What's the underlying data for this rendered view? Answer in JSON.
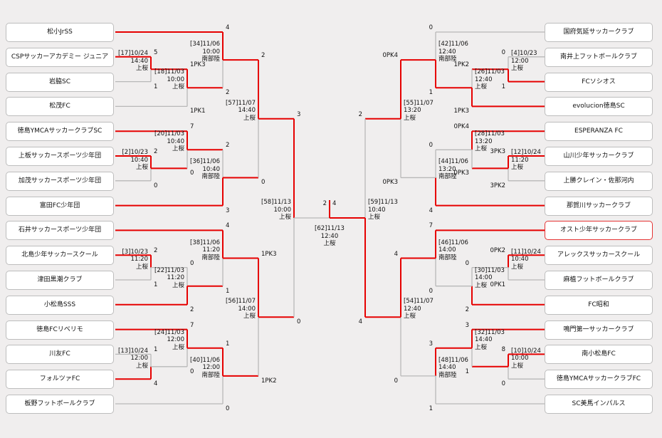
{
  "colors": {
    "win": "#e60000",
    "lose": "#b8b8b8",
    "background": "#f0eeee"
  },
  "left_teams": [
    "松小JrSS",
    "CSPサッカーアカデミー ジュニア",
    "岩脇SC",
    "松茂FC",
    "徳島YMCAサッカークラブSC",
    "上板サッカースポーツ少年団",
    "加茂サッカースポーツ少年団",
    "富田FC少年団",
    "石井サッカースポーツ少年団",
    "北島少年サッカースクール",
    "津田黒潮クラブ",
    "小松島SSS",
    "徳島FCリベリモ",
    "川友FC",
    "フォルツァFC",
    "板野フットボールクラブ"
  ],
  "right_teams": [
    "国府気延サッカークラブ",
    "南井上フットボールクラブ",
    "FCソシオス",
    "evolucion徳島SC",
    "ESPERANZA FC",
    "山川少年サッカークラブ",
    "上勝クレイン・佐那河内",
    "那賀川サッカークラブ",
    "オスト少年サッカークラブ",
    "アレックスサッカースクール",
    "麻植フットボールクラブ",
    "FC昭和",
    "鳴門第一サッカークラブ",
    "南小松島FC",
    "徳島YMCAサッカークラブFC",
    "SC美馬インパルス"
  ],
  "matches": [
    {
      "no": "[2]",
      "date": "10/23",
      "time": "10:40",
      "venue": "上桜",
      "s1": "2",
      "s2": "0"
    },
    {
      "no": "[3]",
      "date": "10/23",
      "time": "11:20",
      "venue": "上桜",
      "s1": "2",
      "s2": "1"
    },
    {
      "no": "[4]",
      "date": "10/23",
      "time": "12:00",
      "venue": "上桜",
      "s1": "0",
      "s2": "1"
    },
    {
      "no": "[10]",
      "date": "10/24",
      "time": "10:00",
      "venue": "上桜",
      "s1": "8",
      "s2": "0"
    },
    {
      "no": "[11]",
      "date": "10/24",
      "time": "10:40",
      "venue": "上桜",
      "s1": "0PK2",
      "s2": "0PK1"
    },
    {
      "no": "[12]",
      "date": "10/24",
      "time": "11:20",
      "venue": "上桜",
      "s1": "3PK3",
      "s2": "3PK2"
    },
    {
      "no": "[13]",
      "date": "10/24",
      "time": "12:00",
      "venue": "上桜",
      "s1": "1",
      "s2": "4"
    },
    {
      "no": "[17]",
      "date": "10/24",
      "time": "14:40",
      "venue": "上桜",
      "s1": "5",
      "s2": "1"
    },
    {
      "no": "[18]",
      "date": "11/03",
      "time": "10:00",
      "venue": "上桜",
      "s1": "1PK3",
      "s2": "1PK1"
    },
    {
      "no": "[20]",
      "date": "11/03",
      "time": "10:40",
      "venue": "上桜",
      "s1": "7",
      "s2": "0"
    },
    {
      "no": "[22]",
      "date": "11/03",
      "time": "11:20",
      "venue": "上桜",
      "s1": "0",
      "s2": "2"
    },
    {
      "no": "[24]",
      "date": "11/03",
      "time": "12:00",
      "venue": "上桜",
      "s1": "7",
      "s2": "0"
    },
    {
      "no": "[26]",
      "date": "11/03",
      "time": "12:40",
      "venue": "上桜",
      "s1": "1PK2",
      "s2": "1PK3"
    },
    {
      "no": "[28]",
      "date": "11/03",
      "time": "13:20",
      "venue": "上桜",
      "s1": "0PK4",
      "s2": "0PK3"
    },
    {
      "no": "[30]",
      "date": "11/03",
      "time": "14:00",
      "venue": "上桜",
      "s1": "0",
      "s2": "2"
    },
    {
      "no": "[32]",
      "date": "11/03",
      "time": "14:40",
      "venue": "上桜",
      "s1": "3",
      "s2": "1"
    },
    {
      "no": "[34]",
      "date": "11/06",
      "time": "10:00",
      "venue": "南部陸",
      "s1": "4",
      "s2": "2"
    },
    {
      "no": "[36]",
      "date": "11/06",
      "time": "10:40",
      "venue": "南部陸",
      "s1": "2",
      "s2": "3"
    },
    {
      "no": "[38]",
      "date": "11/06",
      "time": "11:20",
      "venue": "南部陸",
      "s1": "4",
      "s2": "1"
    },
    {
      "no": "[40]",
      "date": "11/06",
      "time": "12:00",
      "venue": "南部陸",
      "s1": "1",
      "s2": "0"
    },
    {
      "no": "[42]",
      "date": "11/06",
      "time": "12:40",
      "venue": "南部陸",
      "s1": "0",
      "s2": "1"
    },
    {
      "no": "[44]",
      "date": "11/06",
      "time": "13:20",
      "venue": "南部陸",
      "s1": "0",
      "s2": "4"
    },
    {
      "no": "[46]",
      "date": "11/06",
      "time": "14:00",
      "venue": "南部陸",
      "s1": "7",
      "s2": "0"
    },
    {
      "no": "[48]",
      "date": "11/06",
      "time": "14:40",
      "venue": "南部陸",
      "s1": "3",
      "s2": "1"
    },
    {
      "no": "[54]",
      "date": "11/07",
      "time": "12:40",
      "venue": "上桜",
      "s1": "4",
      "s2": "0"
    },
    {
      "no": "[55]",
      "date": "11/07",
      "time": "13:20",
      "venue": "上桜",
      "s1": "0PK4",
      "s2": "0PK3"
    },
    {
      "no": "[56]",
      "date": "11/07",
      "time": "14:00",
      "venue": "上桜",
      "s1": "1PK3",
      "s2": "1PK2"
    },
    {
      "no": "[57]",
      "date": "11/07",
      "time": "14:40",
      "venue": "上桜",
      "s1": "2",
      "s2": "0"
    },
    {
      "no": "[58]",
      "date": "11/13",
      "time": "10:00",
      "venue": "上桜",
      "s1": "3",
      "s2": "0"
    },
    {
      "no": "[59]",
      "date": "11/13",
      "time": "10:40",
      "venue": "上桜",
      "s1": "2",
      "s2": "4"
    },
    {
      "no": "[62]",
      "date": "11/13",
      "time": "12:40",
      "venue": "上桜",
      "s1": "2",
      "s2": "4"
    }
  ]
}
